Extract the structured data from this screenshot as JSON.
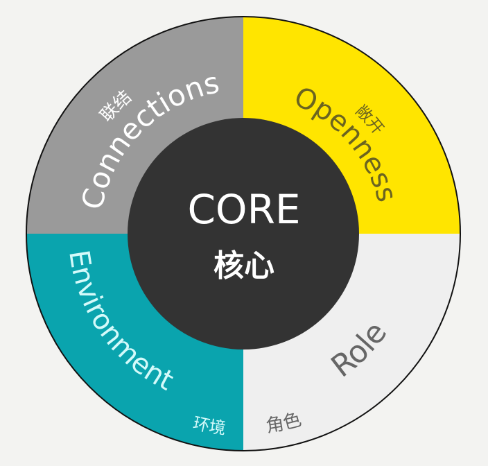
{
  "core": {
    "title": "CORE",
    "subtitle": "核心",
    "color": "#333333"
  },
  "segments": [
    {
      "id": "connections",
      "label": "Connections",
      "label_cn": "联结",
      "color": "#9a9a9a",
      "text_color": "#ffffff"
    },
    {
      "id": "openness",
      "label": "Openness",
      "label_cn": "敞开",
      "color": "#ffe500",
      "text_color": "#6b6420"
    },
    {
      "id": "role",
      "label": "Role",
      "label_cn": "角色",
      "color": "#efefef",
      "text_color": "#666666"
    },
    {
      "id": "environment",
      "label": "Environment",
      "label_cn": "环境",
      "color": "#0aa4ae",
      "text_color": "#d4fafa"
    }
  ]
}
